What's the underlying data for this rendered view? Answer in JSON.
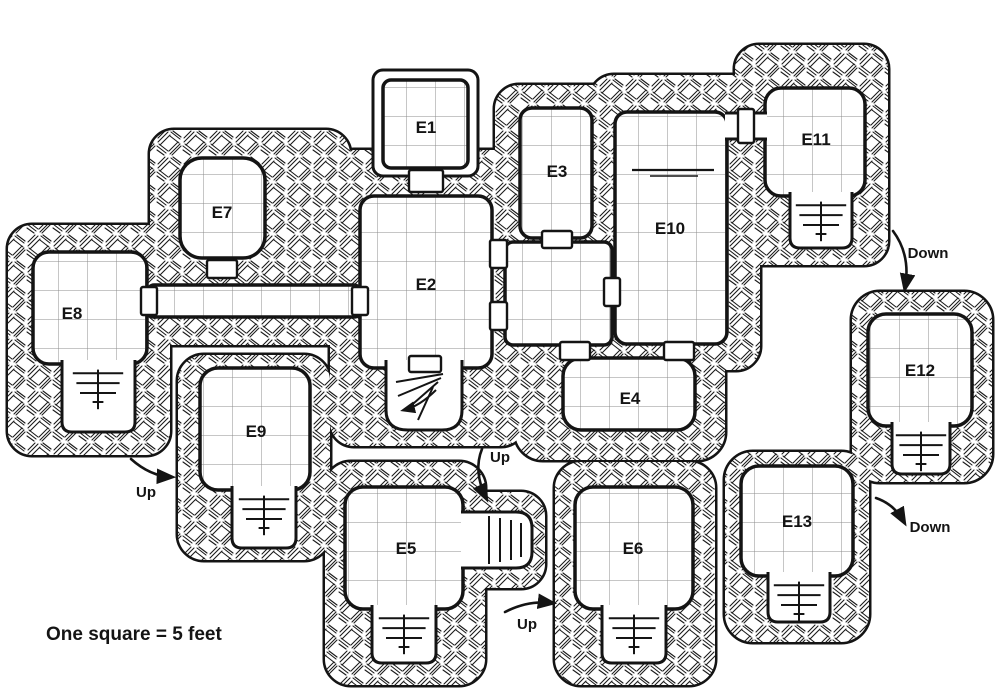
{
  "map": {
    "scale_note": "One square = 5 feet",
    "rooms": [
      {
        "label": "E1"
      },
      {
        "label": "E2"
      },
      {
        "label": "E3"
      },
      {
        "label": "E4"
      },
      {
        "label": "E5"
      },
      {
        "label": "E6"
      },
      {
        "label": "E7"
      },
      {
        "label": "E8"
      },
      {
        "label": "E9"
      },
      {
        "label": "E10"
      },
      {
        "label": "E11"
      },
      {
        "label": "E12"
      },
      {
        "label": "E13"
      }
    ],
    "annotations": [
      {
        "text": "Up"
      },
      {
        "text": "Up"
      },
      {
        "text": "Up"
      },
      {
        "text": "Down"
      },
      {
        "text": "Down"
      }
    ],
    "colors": {
      "ink": "#141414",
      "paper": "#ffffff",
      "grid_line": "#8c8c8c"
    }
  }
}
